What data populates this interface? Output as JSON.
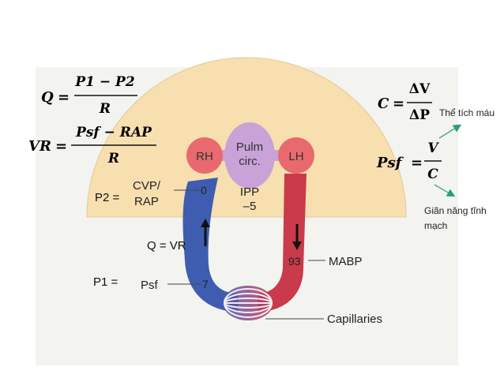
{
  "equations": {
    "q_flow": {
      "lhs": "Q",
      "num": "P1 − P2",
      "den": "R"
    },
    "venous_return": {
      "lhs": "VR",
      "num": "Psf − RAP",
      "den": "R"
    },
    "compliance": {
      "lhs": "C",
      "num": "ΔV",
      "den": "ΔP"
    },
    "mean_systemic_filling": {
      "lhs": "Psf",
      "num": "V",
      "den": "C"
    },
    "equals": "="
  },
  "notes": {
    "blood_volume": "Thể tích máu",
    "venous_compliance_line1": "Giãn năng tĩnh",
    "venous_compliance_line2": "mạch"
  },
  "annotations": {
    "p2": "P2 =",
    "p1": "P1 =",
    "q_equals_vr": "Q = VR"
  },
  "diagram": {
    "rh": "RH",
    "lh": "LH",
    "pulm_line1": "Pulm",
    "pulm_line2": "circ.",
    "cvp_line1": "CVP/",
    "cvp_line2": "RAP",
    "cvp_value": "0",
    "ipp_label": "IPP",
    "ipp_value": "–5",
    "psf_label": "Psf",
    "psf_value": "7",
    "mabp_value": "93",
    "mabp_label": "MABP",
    "capillaries_label": "Capillaries"
  },
  "colors": {
    "thorax": "#f7dfb0",
    "venous": "#3f5db0",
    "arterial": "#c93a4a",
    "chamber": "#e86a6e",
    "pulmonary": "#c9a2d8",
    "arrow_note": "#2a9d7f"
  }
}
